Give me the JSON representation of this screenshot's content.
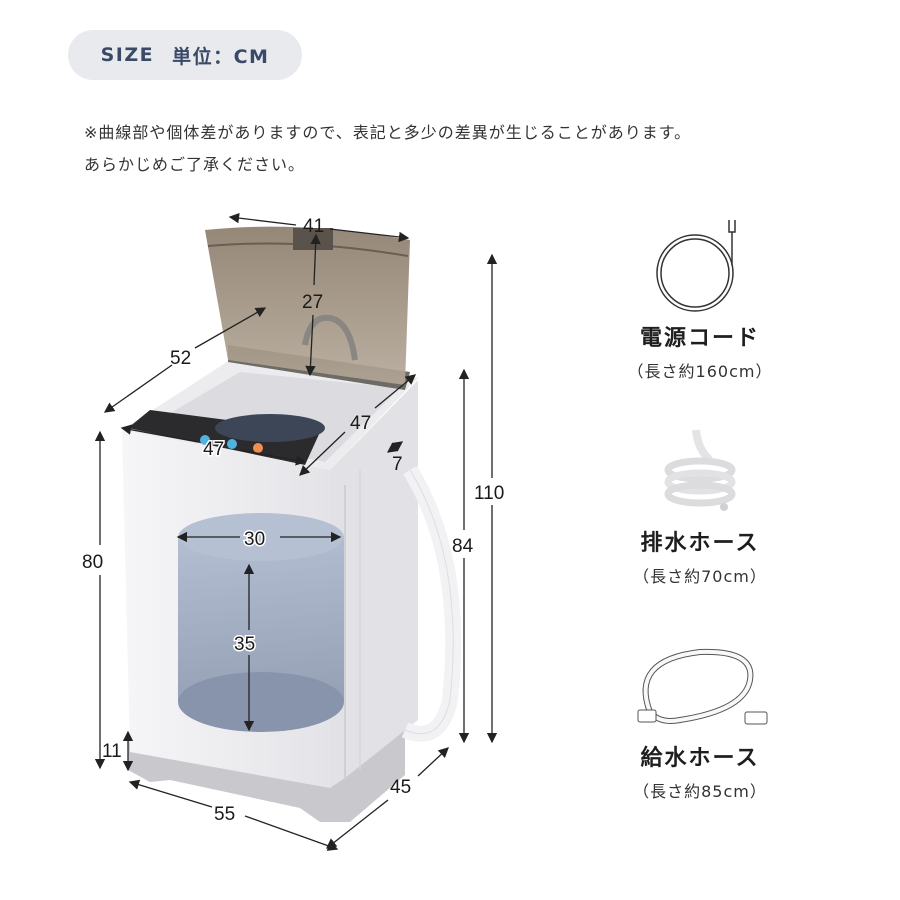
{
  "header": {
    "size_label": "SIZE",
    "unit_label": "単位：CM"
  },
  "notes": {
    "line1": "※曲線部や個体差がありますので、表記と多少の差異が生じることがあります。",
    "line2": "あらかじめご了承ください。"
  },
  "dimensions": {
    "lid_width": "41",
    "lid_height": "27",
    "top_depth": "52",
    "opening_width": "47",
    "top_side_depth": "47",
    "hose_offset": "7",
    "body_height": "80",
    "tub_diameter": "30",
    "tub_depth": "35",
    "base_height": "11",
    "height_to_top": "84",
    "height_lid_open": "110",
    "base_width": "55",
    "base_depth": "45"
  },
  "accessories": [
    {
      "icon": "power-cord-icon",
      "name": "電源コード",
      "length": "（長さ約160cm）"
    },
    {
      "icon": "drain-hose-icon",
      "name": "排水ホース",
      "length": "（長さ約70cm）"
    },
    {
      "icon": "water-supply-hose-icon",
      "name": "給水ホース",
      "length": "（長さ約85cm）"
    }
  ],
  "colors": {
    "pill_bg": "#e8eaee",
    "pill_text": "#3a4a66",
    "lid": "#9c8e7e",
    "body": "#f3f3f5",
    "base": "#c8c8cc",
    "tub": "#8e9bb4"
  }
}
